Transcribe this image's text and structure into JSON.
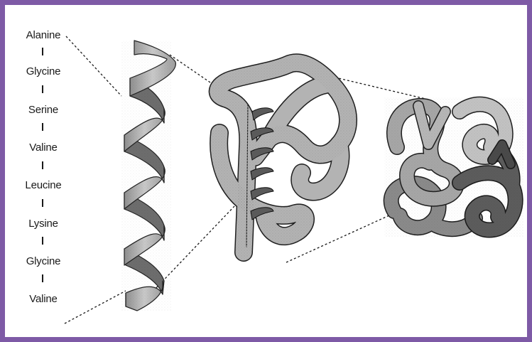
{
  "amino_acids": [
    "Alanine",
    "Glycine",
    "Serine",
    "Valine",
    "Leucine",
    "Lysine",
    "Glycine",
    "Valine"
  ],
  "colors": {
    "frame": "#7e5aa6",
    "helix_light": "#b9b9b9",
    "helix_dark": "#777777",
    "tertiary_fill": "#aeaeae",
    "quaternary_dark": "#5c5c5c",
    "ink": "#1a1a1a"
  }
}
